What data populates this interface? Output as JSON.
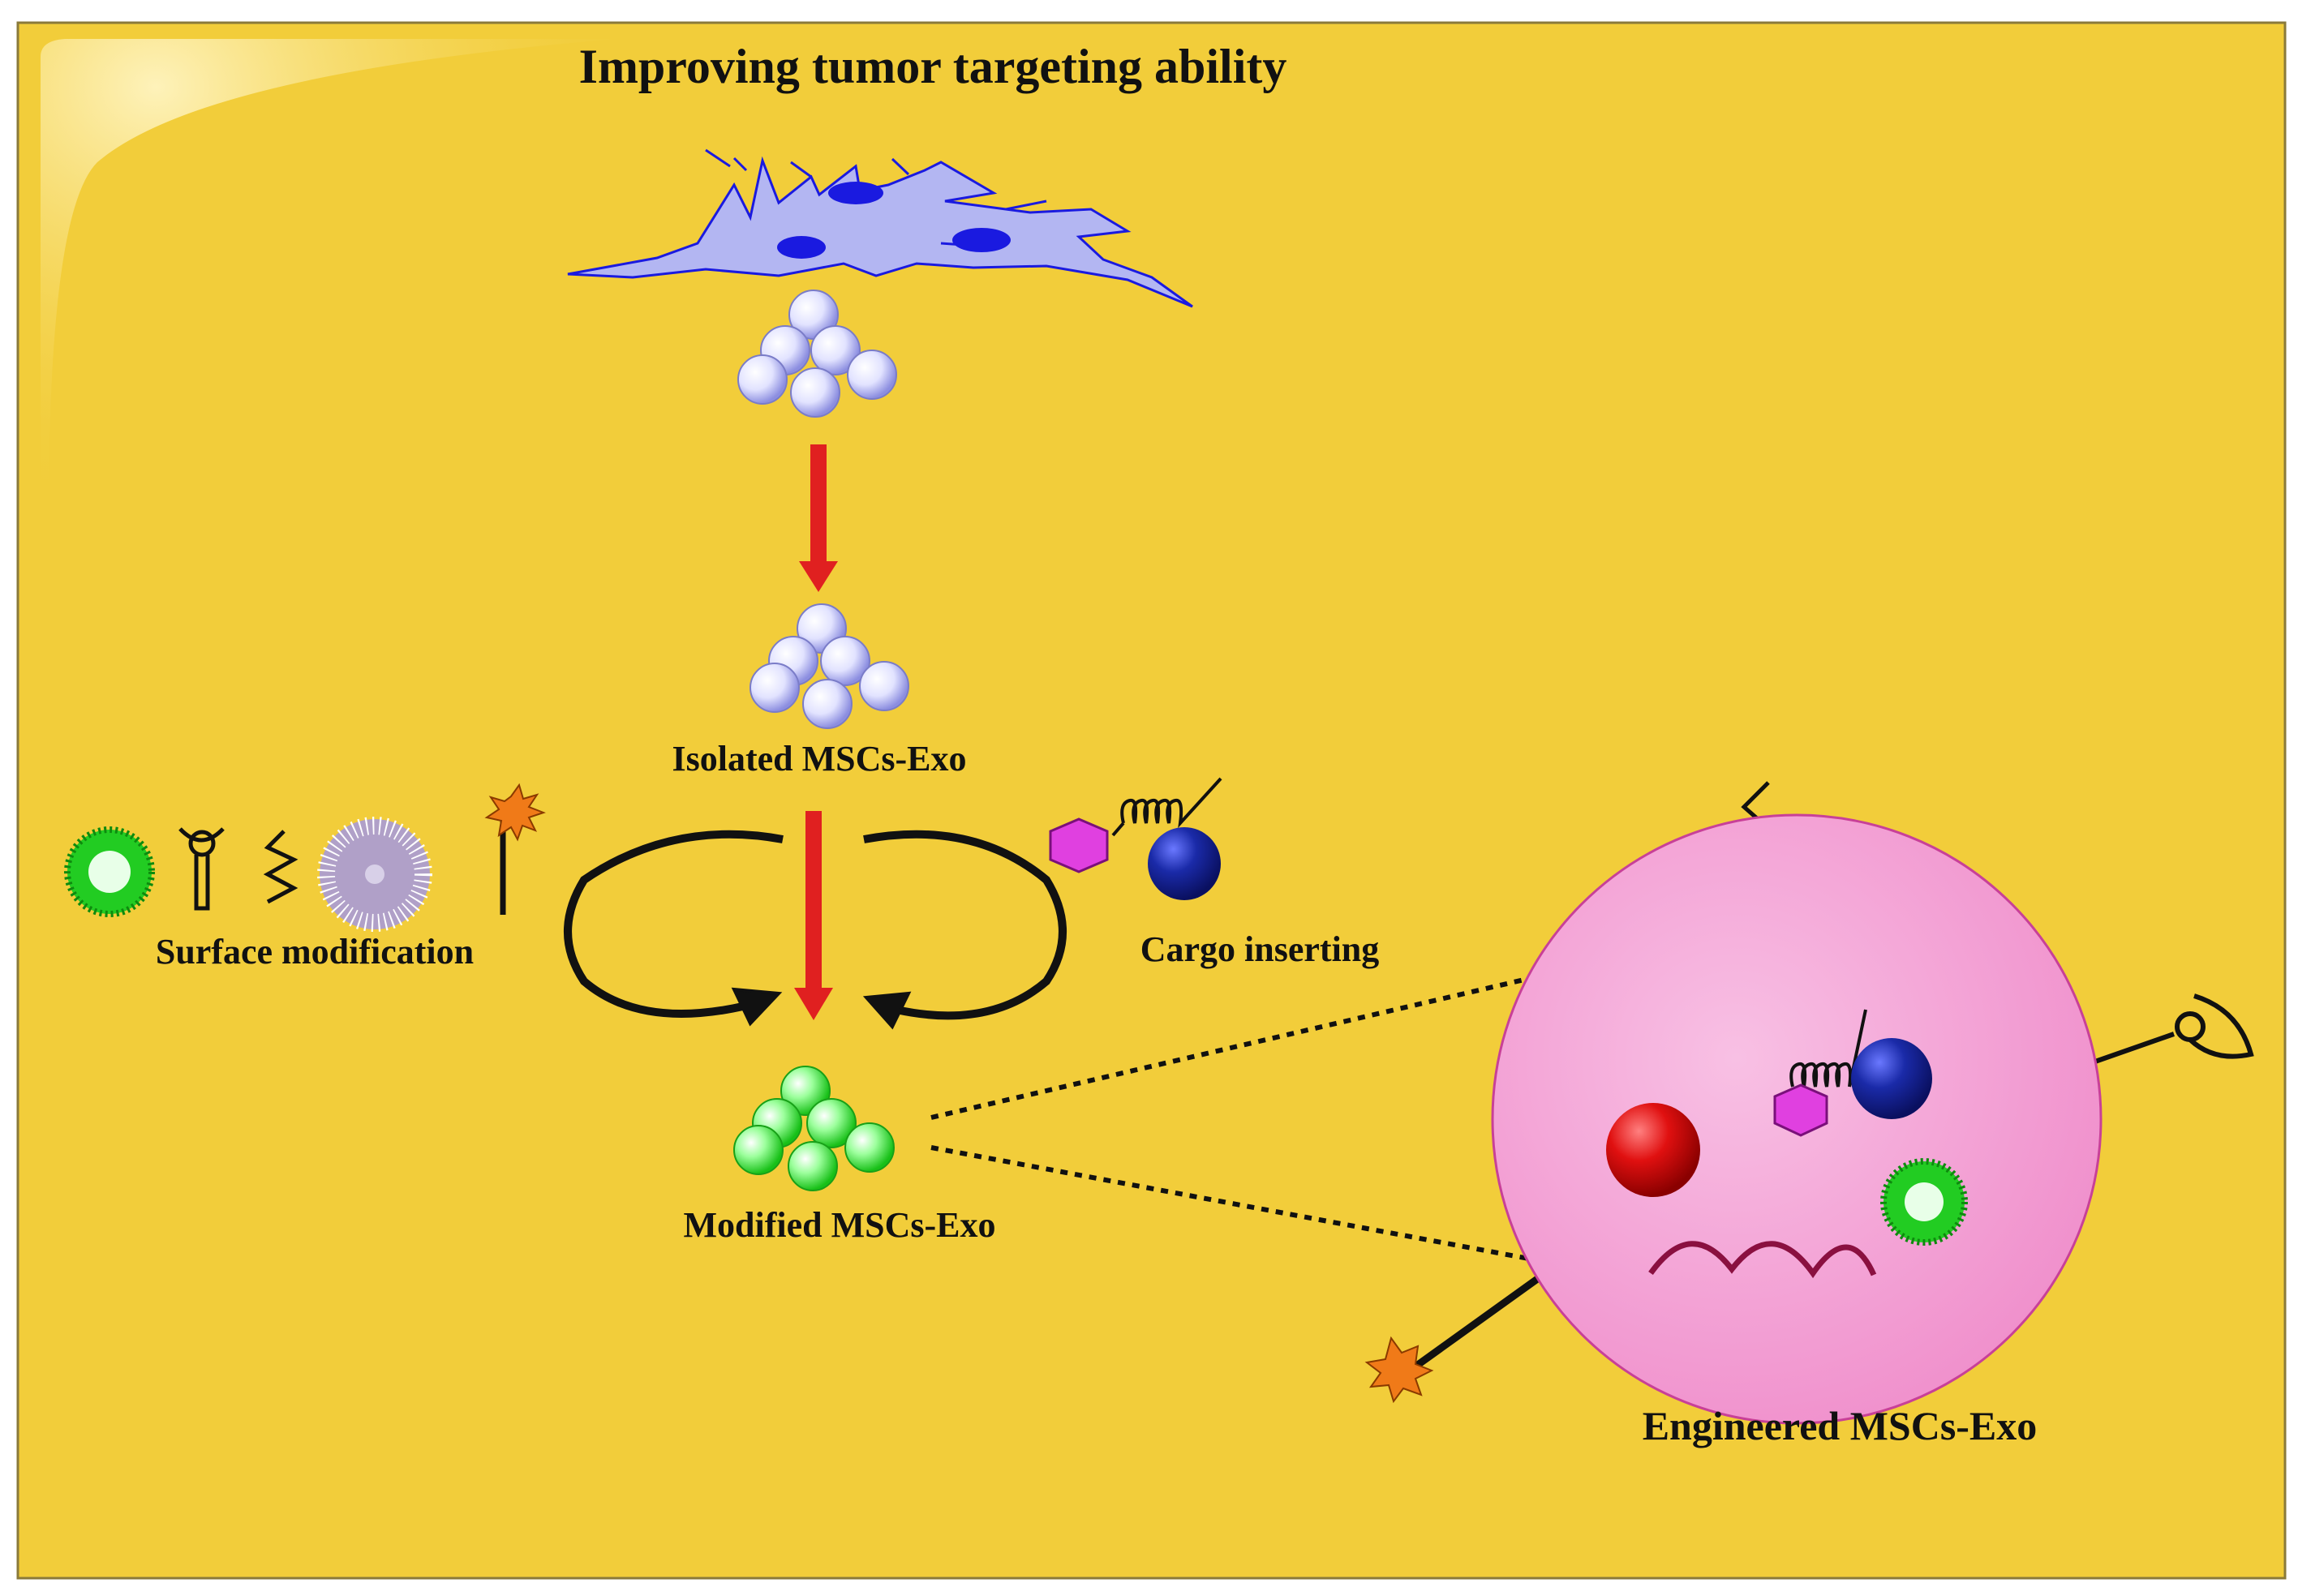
{
  "title": "Improving tumor targeting ability",
  "labels": {
    "isolated": "Isolated MSCs-Exo",
    "surface": "Surface modification",
    "cargo": "Cargo inserting",
    "modified": "Modified MSCs-Exo",
    "engineered": "Engineered MSCs-Exo"
  },
  "colors": {
    "background": "#F2CD3A",
    "border": "#8A7A3A",
    "cell": "#B3B6F2",
    "nucleus": "#1A1AE0",
    "exosome": "#D6D8FF",
    "modified_exosome": "#5CF05C",
    "arrow": "#E02020",
    "engineered_exosome": "#F4A7D8",
    "star": "#F07A18",
    "hexagon": "#E040E0",
    "blue_sphere": "#1A2AA8",
    "red_sphere": "#E01010",
    "green_particle": "#22CC22",
    "purple_particle": "#B0A0C8"
  },
  "icons": [
    "mesenchymal-stem-cell-icon",
    "exosome-cluster-icon",
    "green-nanoparticle-icon",
    "antibody-ligand-icon",
    "zigzag-peptide-icon",
    "purple-nanoparticle-icon",
    "star-probe-icon",
    "hexagon-drug-icon",
    "coil-peptide-icon",
    "blue-sphere-icon",
    "red-sphere-icon",
    "rna-wave-icon"
  ]
}
